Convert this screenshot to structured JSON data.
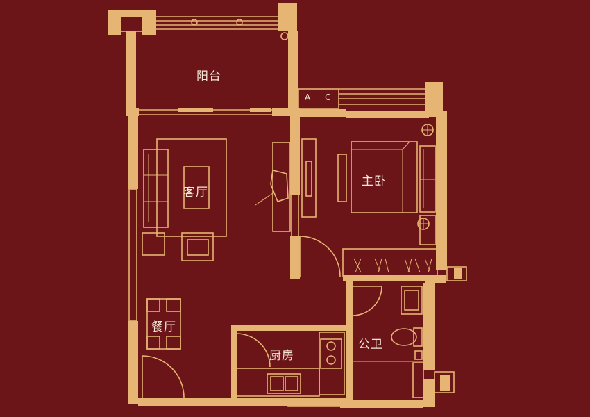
{
  "rooms": {
    "balcony": "阳台",
    "living_room": "客厅",
    "master_bedroom": "主卧",
    "dining_room": "餐厅",
    "kitchen": "厨房",
    "bathroom": "公卫"
  },
  "ac_label": {
    "a": "A",
    "c": "C"
  },
  "colors": {
    "background": "#6b1518",
    "lines": "#e6b473",
    "text": "#f4e6d6"
  }
}
